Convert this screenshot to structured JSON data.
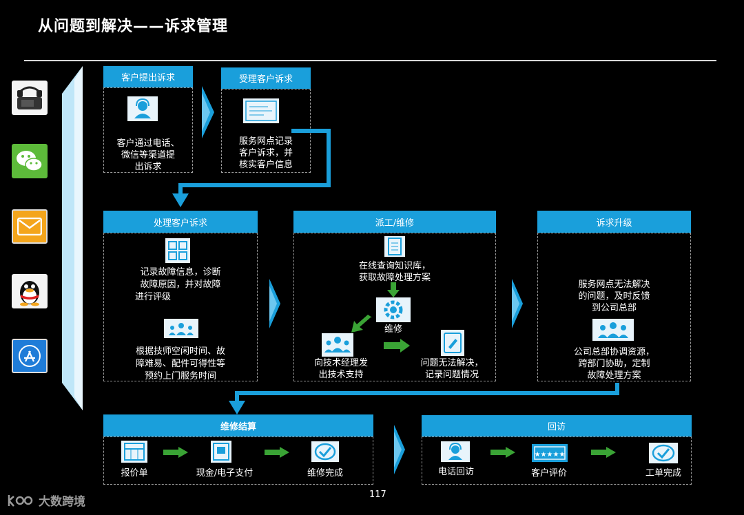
{
  "title": "从问题到解决——诉求管理",
  "channels": [
    "phone-icon",
    "wechat-icon",
    "mail-icon",
    "qq-icon",
    "appstore-icon"
  ],
  "row1": {
    "submit": {
      "header": "客户提出诉求",
      "line1": "客户通过电话、",
      "line2": "微信等渠道提",
      "line3": "出诉求"
    },
    "accept": {
      "header": "受理客户诉求",
      "line1": "服务网点记录",
      "line2": "客户诉求，并",
      "line3": "核实客户信息"
    }
  },
  "row2": {
    "handle": {
      "header": "处理客户诉求",
      "a1": "记录故障信息，诊断",
      "a2": "故障原因，并对故障",
      "a3": "进行评级",
      "b1": "根据技师空闲时间、故",
      "b2": "障难易、配件可得性等",
      "b3": "预约上门服务时间"
    },
    "dispatch": {
      "header": "派工/维修",
      "k1": "在线查询知识库，",
      "k2": "获取故障处理方案",
      "repair": "维修",
      "t1": "向技术经理发",
      "t2": "出技术支持",
      "r1": "问题无法解决，",
      "r2": "记录问题情况"
    },
    "escalate": {
      "header": "诉求升级",
      "e1": "服务网点无法解决",
      "e2": "的问题，及时反馈",
      "e3": "到公司总部",
      "c1": "公司总部协调资源，",
      "c2": "跨部门协助，定制",
      "c3": "故障处理方案"
    }
  },
  "row3": {
    "settle": {
      "header": "维修结算",
      "s1": "报价单",
      "s2": "现金/电子支付",
      "s3": "维修完成"
    },
    "visit": {
      "header": "回访",
      "v1": "电话回访",
      "v2": "客户评价",
      "v3": "工单完成"
    }
  },
  "page_number": "117",
  "watermark": "大数跨境",
  "colors": {
    "accent": "#1a9fdb",
    "arrow_green": "#3aa335",
    "background": "#000000"
  }
}
